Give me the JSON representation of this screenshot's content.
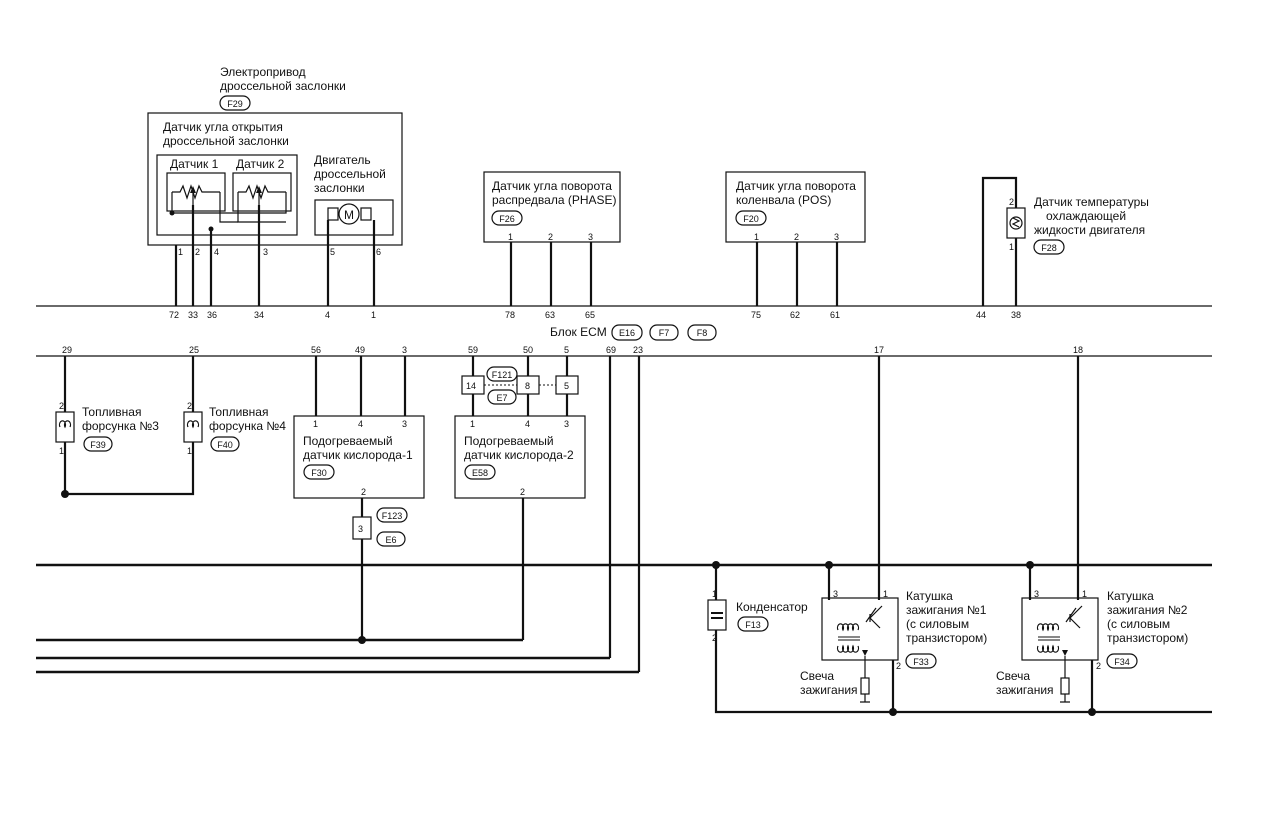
{
  "labels": {
    "throttle_actuator": [
      "Электропривод",
      "дроссельной заслонки"
    ],
    "throttle_angle_sensor": [
      "Датчик угла открытия",
      "дроссельной заслонки"
    ],
    "sensor1": "Датчик 1",
    "sensor2": "Датчик 2",
    "throttle_motor": [
      "Двигатель",
      "дроссельной",
      "заслонки"
    ],
    "motor_symbol": "M",
    "cam_sensor": [
      "Датчик угла поворота",
      "распредвала (PHASE)"
    ],
    "crank_sensor": [
      "Датчик угла поворота",
      "коленвала (POS)"
    ],
    "coolant_sensor": [
      "Датчик температуры",
      "охлаждающей",
      "жидкости двигателя"
    ],
    "ecm": "Блок ECM",
    "injector3": [
      "Топливная",
      "форсунка №3"
    ],
    "injector4": [
      "Топливная",
      "форсунка №4"
    ],
    "o2_sensor1": [
      "Подогреваемый",
      "датчик кислорода-1"
    ],
    "o2_sensor2": [
      "Подогреваемый",
      "датчик кислорода-2"
    ],
    "condenser": "Конденсатор",
    "coil1": [
      "Катушка",
      "зажигания №1",
      "(с силовым",
      "транзистором)"
    ],
    "coil2": [
      "Катушка",
      "зажигания №2",
      "(с силовым",
      "транзистором)"
    ],
    "spark_plug": [
      "Свеча",
      "зажигания"
    ]
  },
  "connectors": {
    "F29": "F29",
    "F26": "F26",
    "F20": "F20",
    "F28": "F28",
    "E16": "E16",
    "F7": "F7",
    "F8": "F8",
    "F39": "F39",
    "F40": "F40",
    "F30": "F30",
    "E58": "E58",
    "F121": "F121",
    "E7": "E7",
    "F123": "F123",
    "E6": "E6",
    "F13": "F13",
    "F33": "F33",
    "F34": "F34"
  },
  "ecm_pins_top": [
    "72",
    "33",
    "36",
    "34",
    "4",
    "1",
    "78",
    "63",
    "65",
    "75",
    "62",
    "61",
    "44",
    "38"
  ],
  "ecm_pins_bottom": [
    "29",
    "25",
    "56",
    "49",
    "3",
    "59",
    "50",
    "5",
    "69",
    "23",
    "17",
    "18"
  ],
  "terminals": {
    "throttle": [
      "1",
      "2",
      "4",
      "3",
      "5",
      "6"
    ],
    "cam": [
      "1",
      "2",
      "3"
    ],
    "crank": [
      "1",
      "2",
      "3"
    ],
    "coolant": [
      "2",
      "1"
    ],
    "injector": [
      "2",
      "1"
    ],
    "o2_1": [
      "1",
      "4",
      "3",
      "2"
    ],
    "o2_2": [
      "1",
      "4",
      "3",
      "2"
    ],
    "inline_f121": [
      "14",
      "8",
      "5"
    ],
    "inline_f123": "3",
    "condenser": [
      "1",
      "2"
    ],
    "coil": [
      "3",
      "1",
      "2"
    ]
  }
}
